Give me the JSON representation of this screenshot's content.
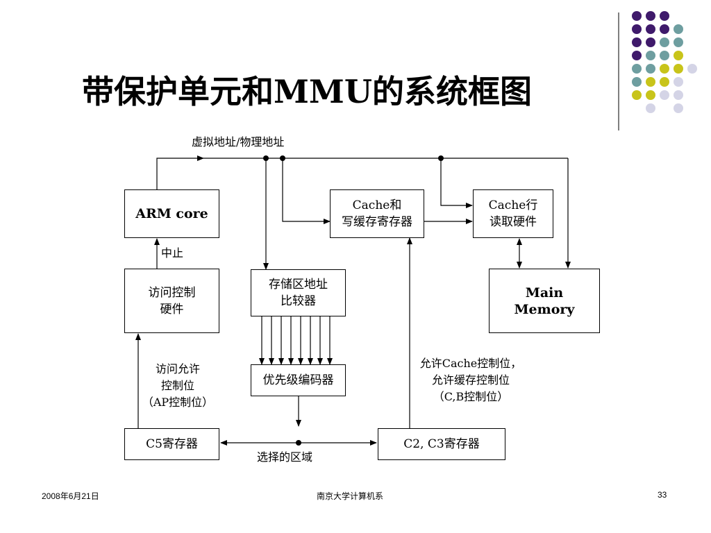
{
  "slide": {
    "title": "带保护单元和MMU的系统框图",
    "footer": {
      "date": "2008年6月21日",
      "org": "南京大学计算机系",
      "page": "33"
    }
  },
  "colors": {
    "purple": "#3f1a6b",
    "teal": "#6e9ea0",
    "olive": "#c8c41a",
    "lavender": "#d4d4e6"
  },
  "diagram": {
    "labels": {
      "bus": "虚拟地址/物理地址",
      "abort": "中止",
      "ap_permit": [
        "访问允许",
        "控制位",
        "（AP控制位）"
      ],
      "cache_permit": [
        "允许Cache控制位，",
        "允许缓存控制位",
        "（C,B控制位）"
      ],
      "selected_region": "选择的区域"
    },
    "boxes": {
      "arm_core": [
        "ARM core"
      ],
      "cache_wb": [
        "Cache和",
        "写缓存寄存器"
      ],
      "cache_line": [
        "Cache行",
        "读取硬件"
      ],
      "access_ctrl": [
        "访问控制",
        "硬件"
      ],
      "region_cmp": [
        "存储区地址",
        "比较器"
      ],
      "main_memory": [
        "Main",
        "Memory"
      ],
      "priority_enc": [
        "优先级编码器"
      ],
      "c5_reg": [
        "C5寄存器"
      ],
      "c23_reg": [
        "C2, C3寄存器"
      ]
    }
  }
}
